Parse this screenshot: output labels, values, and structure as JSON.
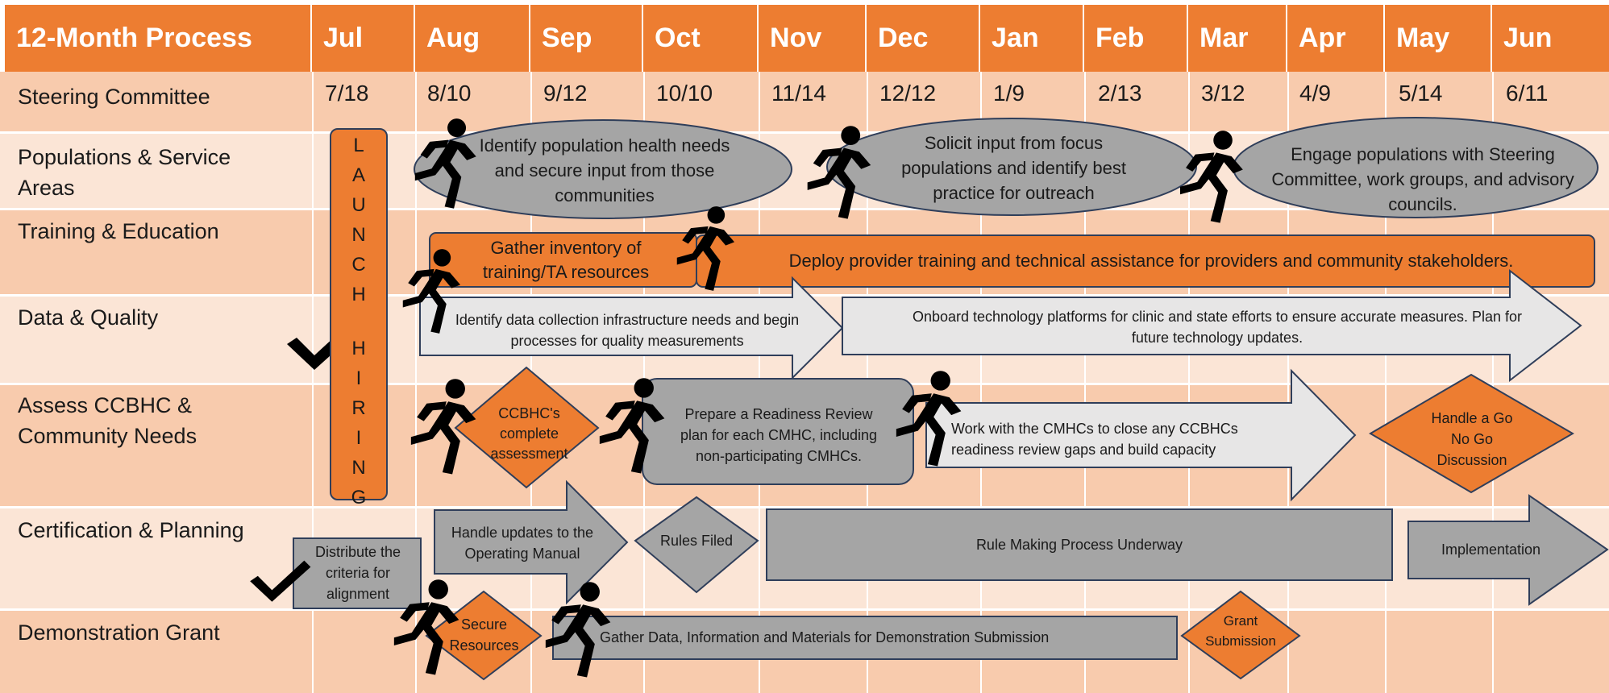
{
  "header": {
    "title": "12-Month Process",
    "months": [
      "Jul",
      "Aug",
      "Sep",
      "Oct",
      "Nov",
      "Dec",
      "Jan",
      "Feb",
      "Mar",
      "Apr",
      "May",
      "Jun"
    ]
  },
  "steering": {
    "label": "Steering Committee",
    "dates": [
      "7/18",
      "8/10",
      "9/12",
      "10/10",
      "11/14",
      "12/12",
      "1/9",
      "2/13",
      "3/12",
      "4/9",
      "5/14",
      "6/11"
    ]
  },
  "rows": {
    "populations": "Populations & Service Areas",
    "training": "Training & Education",
    "data_quality": "Data & Quality",
    "assess": "Assess CCBHC & Community  Needs",
    "certification": "Certification & Planning",
    "grant": "Demonstration Grant"
  },
  "launch": {
    "line1": "LAUNCH",
    "line2": "HIRING",
    "letters": [
      "L",
      "A",
      "U",
      "N",
      "C",
      "H",
      "H",
      "I",
      "R",
      "I",
      "N",
      "G"
    ]
  },
  "shapes": {
    "pop_1": "Identify population health needs and secure input from those communities",
    "pop_2": "Solicit input from focus populations and identify best practice for outreach",
    "pop_3": "Engage populations with Steering Committee, work groups, and advisory councils.",
    "train_1": "Gather inventory of training/TA resources",
    "train_2": "Deploy provider training and technical assistance for providers and community  stakeholders.",
    "data_1": "Identify data collection infrastructure needs and begin processes for quality measurements",
    "data_2": "Onboard technology platforms for clinic and state efforts to ensure accurate measures. Plan for future technology updates.",
    "assess_1": "CCBHC's complete assessment",
    "assess_2": "Prepare a Readiness Review plan for each CMHC, including non-participating CMHCs.",
    "assess_3": "Work with the  CMHCs to close any CCBHCs readiness review gaps and build capacity",
    "assess_4": "Handle a Go No Go Discussion",
    "cert_1": "Distribute the criteria for alignment",
    "cert_2": "Handle updates to the Operating Manual",
    "cert_3": "Rules Filed",
    "cert_4": "Rule Making Process Underway",
    "cert_5": "Implementation",
    "grant_1": "Secure Resources",
    "grant_2": "Gather Data, Information and Materials for Demonstration Submission",
    "grant_3": "Grant Submission"
  },
  "icons": [
    "running-person-icon",
    "checkmark-icon"
  ],
  "colors": {
    "orange": "#ED7D31",
    "gray": "#A5A5A5",
    "light": "#E7E6E6",
    "row_dark": "#F8CBAD",
    "row_light": "#FBE5D6",
    "outline": "#2F3E5A"
  }
}
